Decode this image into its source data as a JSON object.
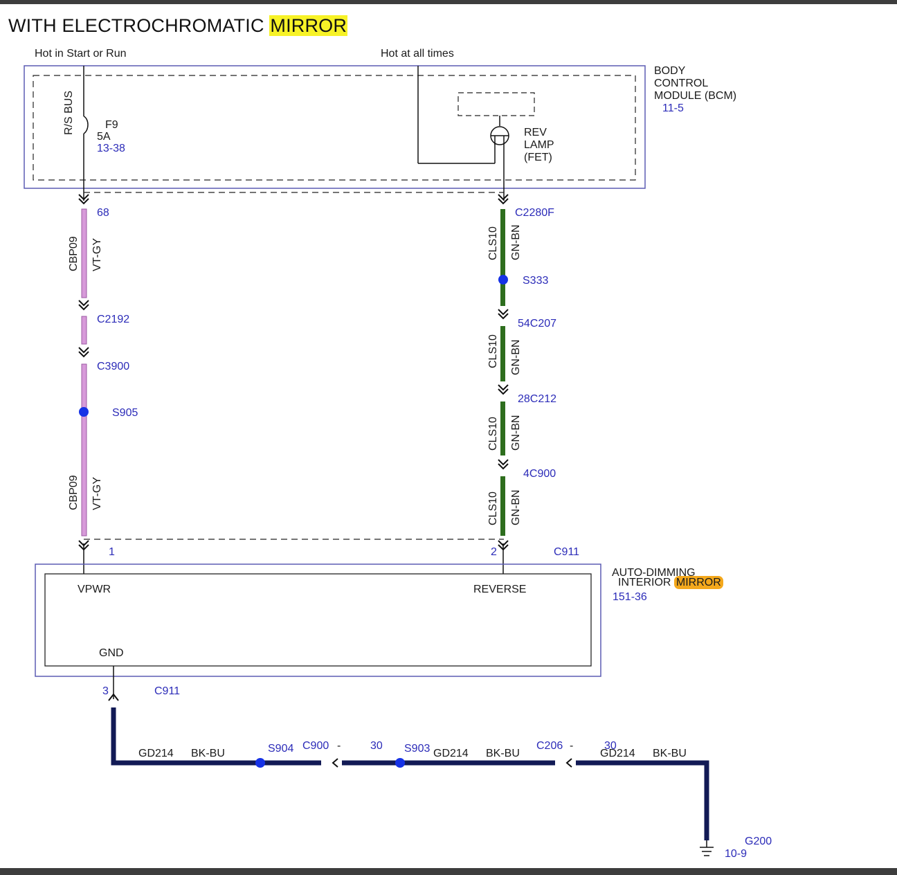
{
  "title": {
    "prefix": "WITH ELECTROCHROMATIC ",
    "highlight": "MIRROR"
  },
  "power": {
    "start_run": "Hot in Start or Run",
    "all_times": "Hot at all times"
  },
  "bcm": {
    "line1": "BODY",
    "line2": "CONTROL",
    "line3": "MODULE (BCM)",
    "ref": "11-5",
    "bus": "R/S BUS",
    "fuse": {
      "id": "F9",
      "rating": "5A",
      "ref": "13-38"
    },
    "fet": {
      "line1": "REV",
      "line2": "LAMP",
      "line3": "(FET)"
    }
  },
  "left_circuit": {
    "pin_top": "68",
    "circuit": "CBP09",
    "color": "VT-GY",
    "connector_a": "C2192",
    "connector_b": "C3900",
    "splice": "S905",
    "pin_bottom": "1",
    "wire_hex": "#d79ad9"
  },
  "right_circuit": {
    "connector_top": "C2280F",
    "circuit": "CLS10",
    "color": "GN-BN",
    "splice": "S333",
    "connector_1": "54C207",
    "connector_2": "28C212",
    "connector_3": "4C900",
    "pin_bottom": "2",
    "wire_hex": "#2e6e1e"
  },
  "mirror": {
    "connector": "C911",
    "name_line1": "AUTO-DIMMING",
    "name_line2_prefix": "INTERIOR ",
    "name_highlight": "MIRROR",
    "ref": "151-36",
    "pin_vpwr": "VPWR",
    "pin_reverse": "REVERSE",
    "pin_gnd": "GND"
  },
  "ground": {
    "pin": "3",
    "connector": "C911",
    "seg1": {
      "circuit": "GD214",
      "color": "BK-BU"
    },
    "splice1": "S904",
    "conn1": "C900",
    "conn1_pin": "-",
    "conn1_pin2": "30",
    "splice2": "S903",
    "seg2": {
      "circuit": "GD214",
      "color": "BK-BU"
    },
    "conn2": "C206",
    "conn2_pin": "-",
    "conn2_pin2": "30",
    "seg3": {
      "circuit": "GD214",
      "color": "BK-BU"
    },
    "point": "G200",
    "ref": "10-9",
    "wire_hex": "#121a55"
  }
}
